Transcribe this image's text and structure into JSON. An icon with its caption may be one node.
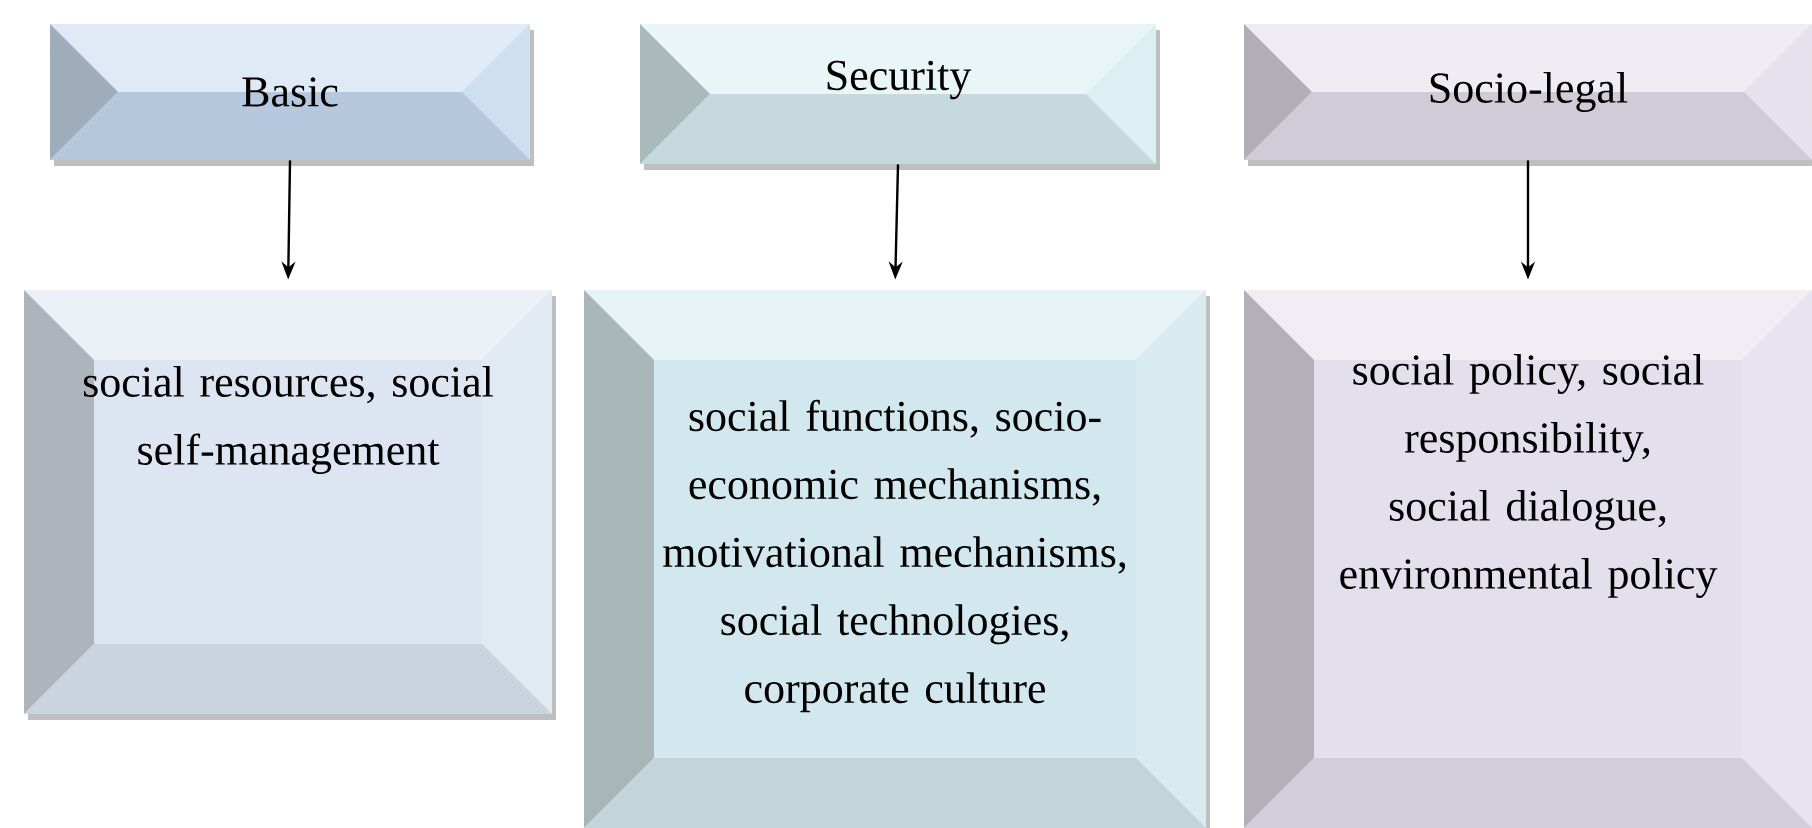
{
  "diagram": {
    "nodes": [
      {
        "text": [
          "Basic"
        ]
      },
      {
        "text": [
          "Security"
        ]
      },
      {
        "text": [
          "Socio-legal"
        ]
      },
      {
        "text": [
          "social resources, social self-management"
        ]
      },
      {
        "text": [
          "social functions, socio-economic mechanisms, motivational mechanisms, social technologies, corporate culture"
        ]
      },
      {
        "text": [
          "social policy, social responsibility, social dialogue, environmental policy"
        ]
      }
    ],
    "edges": [
      {
        "from": 0,
        "to": 3,
        "arrow": "to"
      },
      {
        "from": 1,
        "to": 4,
        "arrow": "to"
      },
      {
        "from": 2,
        "to": 5,
        "arrow": "to"
      }
    ]
  }
}
